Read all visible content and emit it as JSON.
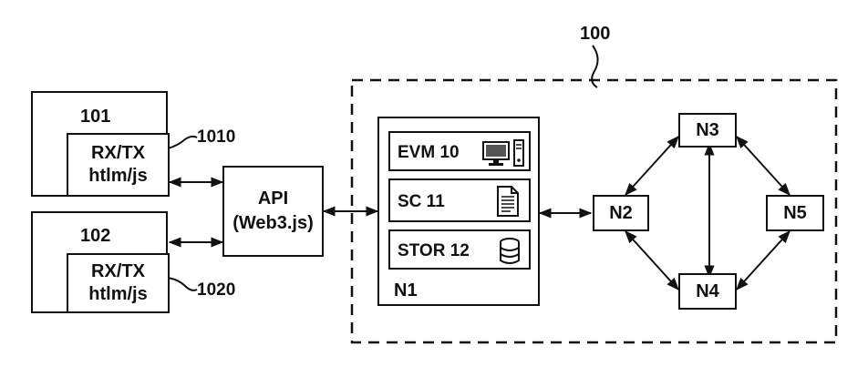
{
  "system": {
    "label": "100"
  },
  "clients": [
    {
      "ref": "101",
      "module_line1": "RX/TX",
      "module_line2": "htlm/js",
      "module_ref": "1010"
    },
    {
      "ref": "102",
      "module_line1": "RX/TX",
      "module_line2": "htlm/js",
      "module_ref": "1020"
    }
  ],
  "api": {
    "line1": "API",
    "line2": "(Web3.js)"
  },
  "node1": {
    "label": "N1",
    "components": [
      {
        "label": "EVM 10",
        "icon": "computer-icon"
      },
      {
        "label": "SC 11",
        "icon": "document-icon"
      },
      {
        "label": "STOR 12",
        "icon": "database-icon"
      }
    ]
  },
  "nodes": {
    "n2": "N2",
    "n3": "N3",
    "n4": "N4",
    "n5": "N5"
  }
}
